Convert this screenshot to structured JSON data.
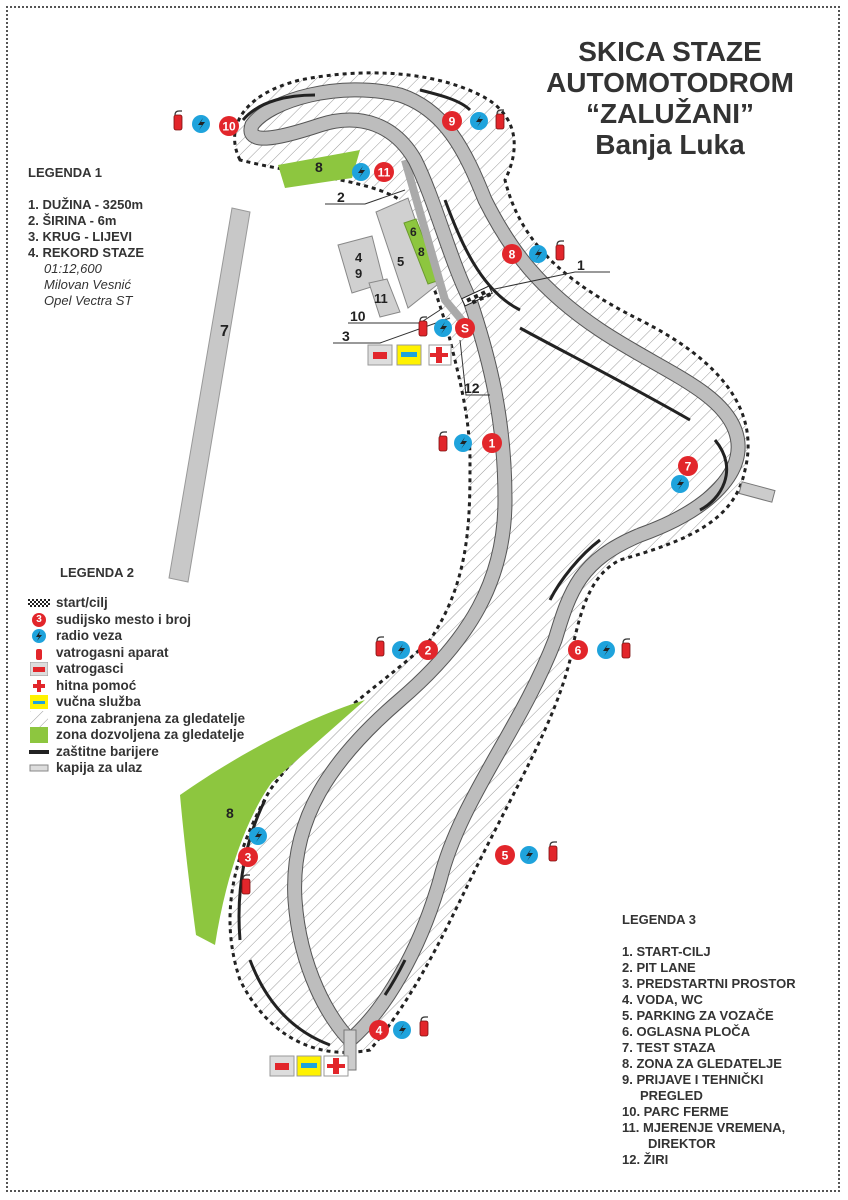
{
  "title": {
    "line1": "SKICA STAZE",
    "line2": "AUTOMOTODROM",
    "line3": "“ZALUŽANI”",
    "line4": "Banja Luka"
  },
  "legend1": {
    "heading": "LEGENDA 1",
    "items": [
      "1. DUŽINA - 3250m",
      "2. ŠIRINA - 6m",
      "3. KRUG - LIJEVI",
      "4. REKORD STAZE"
    ],
    "record": {
      "time": "01:12,600",
      "driver": "Milovan Vesnić",
      "car": "Opel Vectra ST"
    }
  },
  "legend2": {
    "heading": "LEGENDA 2",
    "items": [
      {
        "icon": "checkered-flag-icon",
        "label": "start/cilj"
      },
      {
        "icon": "marshal-post-icon",
        "label": "sudijsko mesto i broj",
        "sample": "3"
      },
      {
        "icon": "radio-icon",
        "label": "radio veza"
      },
      {
        "icon": "fire-extinguisher-icon",
        "label": "vatrogasni aparat"
      },
      {
        "icon": "fire-truck-icon",
        "label": "vatrogasci"
      },
      {
        "icon": "first-aid-icon",
        "label": "hitna pomoć"
      },
      {
        "icon": "tow-truck-icon",
        "label": "vučna služba"
      },
      {
        "icon": "hatched-zone-icon",
        "label": "zona zabranjena za gledatelje"
      },
      {
        "icon": "green-zone-icon",
        "label": "zona dozvoljena za gledatelje"
      },
      {
        "icon": "barrier-icon",
        "label": "zaštitne barijere"
      },
      {
        "icon": "gate-icon",
        "label": "kapija za ulaz"
      }
    ]
  },
  "legend3": {
    "heading": "LEGENDA 3",
    "items": [
      "1. START-CILJ",
      "2. PIT LANE",
      "3. PREDSTARTNI PROSTOR",
      "4. VODA, WC",
      "5. PARKING ZA VOZAČE",
      "6. OGLASNA PLOČA",
      "7. TEST STAZA",
      "8. ZONA ZA GLEDATELJE",
      "9. PRIJAVE I TEHNIČKI",
      "PREGLED",
      "10. PARC FERME",
      "11. MJERENJE VREMENA,",
      "DIREKTOR",
      "12. ŽIRI"
    ]
  },
  "map": {
    "marshal_posts": [
      "10",
      "9",
      "11",
      "8",
      "S",
      "1",
      "7",
      "2",
      "6",
      "3",
      "5",
      "4"
    ],
    "callouts": [
      "1",
      "2",
      "3",
      "10",
      "12"
    ],
    "areas": {
      "test_track": "7",
      "spectator_top": "8",
      "spectator_left": "8",
      "notice": "6",
      "spectator_pit": "8",
      "water": "4",
      "registration": "9",
      "parking": "5",
      "timing": "11"
    }
  },
  "colors": {
    "marshal": "#e2262b",
    "radio": "#1fa3dc",
    "green": "#8dc63f",
    "track": "#b9b9b9",
    "tow": "#fff200"
  }
}
